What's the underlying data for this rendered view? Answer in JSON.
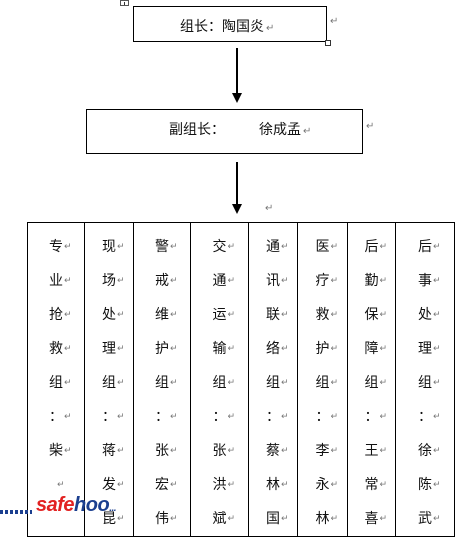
{
  "leader": {
    "label": "组长：陶国炎"
  },
  "deputy": {
    "label": "副组长：",
    "name": "徐成孟"
  },
  "paragraph_mark": "↵",
  "groups": [
    {
      "name": "专业抢救组",
      "leader": "柴",
      "chars": [
        "专",
        "业",
        "抢",
        "救",
        "组",
        "：",
        "柴",
        ""
      ]
    },
    {
      "name": "现场处理组",
      "leader": "蒋发昆",
      "chars": [
        "现",
        "场",
        "处",
        "理",
        "组",
        "：",
        "蒋",
        "发",
        "昆"
      ]
    },
    {
      "name": "警戒维护组",
      "leader": "张宏伟",
      "chars": [
        "警",
        "戒",
        "维",
        "护",
        "组",
        "：",
        "张",
        "宏",
        "伟"
      ]
    },
    {
      "name": "交通运输组",
      "leader": "张洪斌",
      "chars": [
        "交",
        "通",
        "运",
        "输",
        "组",
        "：",
        "张",
        "洪",
        "斌"
      ]
    },
    {
      "name": "通讯联络组",
      "leader": "蔡林国",
      "chars": [
        "通",
        "讯",
        "联",
        "络",
        "组",
        "：",
        "蔡",
        "林",
        "国"
      ]
    },
    {
      "name": "医疗救护组",
      "leader": "李永林",
      "chars": [
        "医",
        "疗",
        "救",
        "护",
        "组",
        "：",
        "李",
        "永",
        "林"
      ]
    },
    {
      "name": "后勤保障组",
      "leader": "王常喜",
      "chars": [
        "后",
        "勤",
        "保",
        "障",
        "组",
        "：",
        "王",
        "常",
        "喜"
      ]
    },
    {
      "name": "后事处理组",
      "leader": "徐陈武",
      "chars": [
        "后",
        "事",
        "处",
        "理",
        "组",
        "：",
        "徐",
        "陈",
        "武"
      ]
    }
  ],
  "watermark": {
    "part1": "safe",
    "part2": "hoo",
    "suffix": "..."
  },
  "colors": {
    "border": "#000000",
    "watermark_red": "#e22222",
    "watermark_blue": "#1b3f8f"
  }
}
